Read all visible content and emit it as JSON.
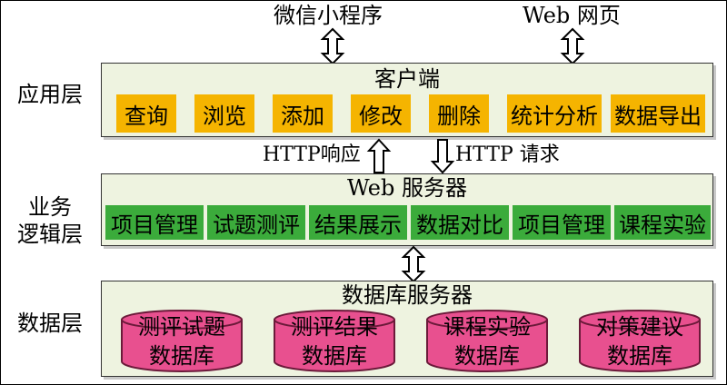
{
  "top": {
    "wechat": "微信小程序",
    "web": "Web 网页"
  },
  "layers": {
    "application": "应用层",
    "business": "业务\n逻辑层",
    "data": "数据层"
  },
  "client": {
    "title": "客户端",
    "modules": [
      "查询",
      "浏览",
      "添加",
      "修改",
      "删除",
      "统计分析",
      "数据导出"
    ]
  },
  "http": {
    "response": "HTTP响应",
    "request": "HTTP 请求"
  },
  "web_server": {
    "title": "Web 服务器",
    "modules": [
      "项目管理",
      "试题测评",
      "结果展示",
      "数据对比",
      "项目管理",
      "课程实验"
    ]
  },
  "db_server": {
    "title": "数据库服务器",
    "databases": [
      "测评试题\n数据库",
      "测评结果\n数据库",
      "课程实验\n数据库",
      "对策建议\n数据库"
    ]
  },
  "colors": {
    "client_module": "#f5b400",
    "web_module": "#3bab3b",
    "panel_bg": "#eef3e0",
    "database": "#e8508f"
  }
}
